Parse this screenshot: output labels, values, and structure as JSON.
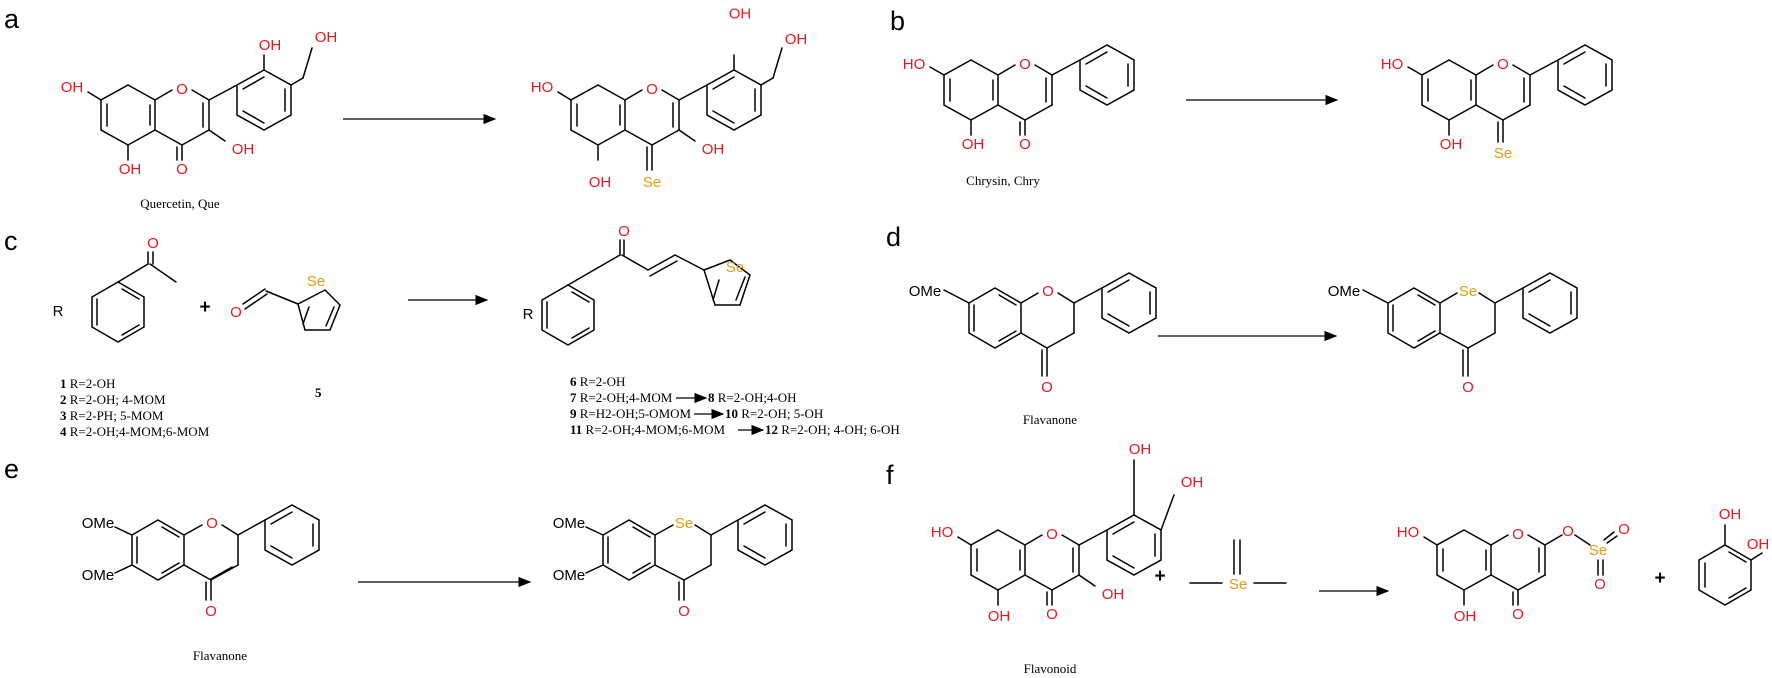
{
  "colors": {
    "oxygen": "#e8191f",
    "selenium": "#e09b17",
    "bond": "#000000"
  },
  "panels": {
    "a": {
      "label": "a",
      "caption": "Quercetin, Que"
    },
    "b": {
      "label": "b",
      "caption": "Chrysin, Chry"
    },
    "c": {
      "label": "c",
      "reagent_number": "5",
      "starting_list": [
        {
          "num": "1",
          "text": " R=2-OH"
        },
        {
          "num": "2",
          "text": " R=2-OH; 4-MOM"
        },
        {
          "num": "3",
          "text": " R=2-PH; 5-MOM"
        },
        {
          "num": "4",
          "text": " R=2-OH;4-MOM;6-MOM"
        }
      ],
      "product_list": [
        {
          "num": "6",
          "text": " R=2-OH",
          "num2": "",
          "text2": ""
        },
        {
          "num": "7",
          "text": " R=2-OH;4-MOM",
          "num2": "8",
          "text2": " R=2-OH;4-OH"
        },
        {
          "num": "9",
          "text": " R=H2-OH;5-OMOM",
          "num2": "10",
          "text2": " R=2-OH; 5-OH"
        },
        {
          "num": "11",
          "text": " R=2-OH;4-MOM;6-MOM",
          "num2": "12",
          "text2": " R=2-OH; 4-OH; 6-OH"
        }
      ]
    },
    "d": {
      "label": "d",
      "caption": "Flavanone"
    },
    "e": {
      "label": "e",
      "caption": "Flavanone"
    },
    "f": {
      "label": "f",
      "caption": "Flavonoid"
    }
  },
  "atoms": {
    "O": "O",
    "OH": "OH",
    "HO": "HO",
    "Se": "Se",
    "OMe": "OMe",
    "R": "R",
    "plus": "+"
  }
}
